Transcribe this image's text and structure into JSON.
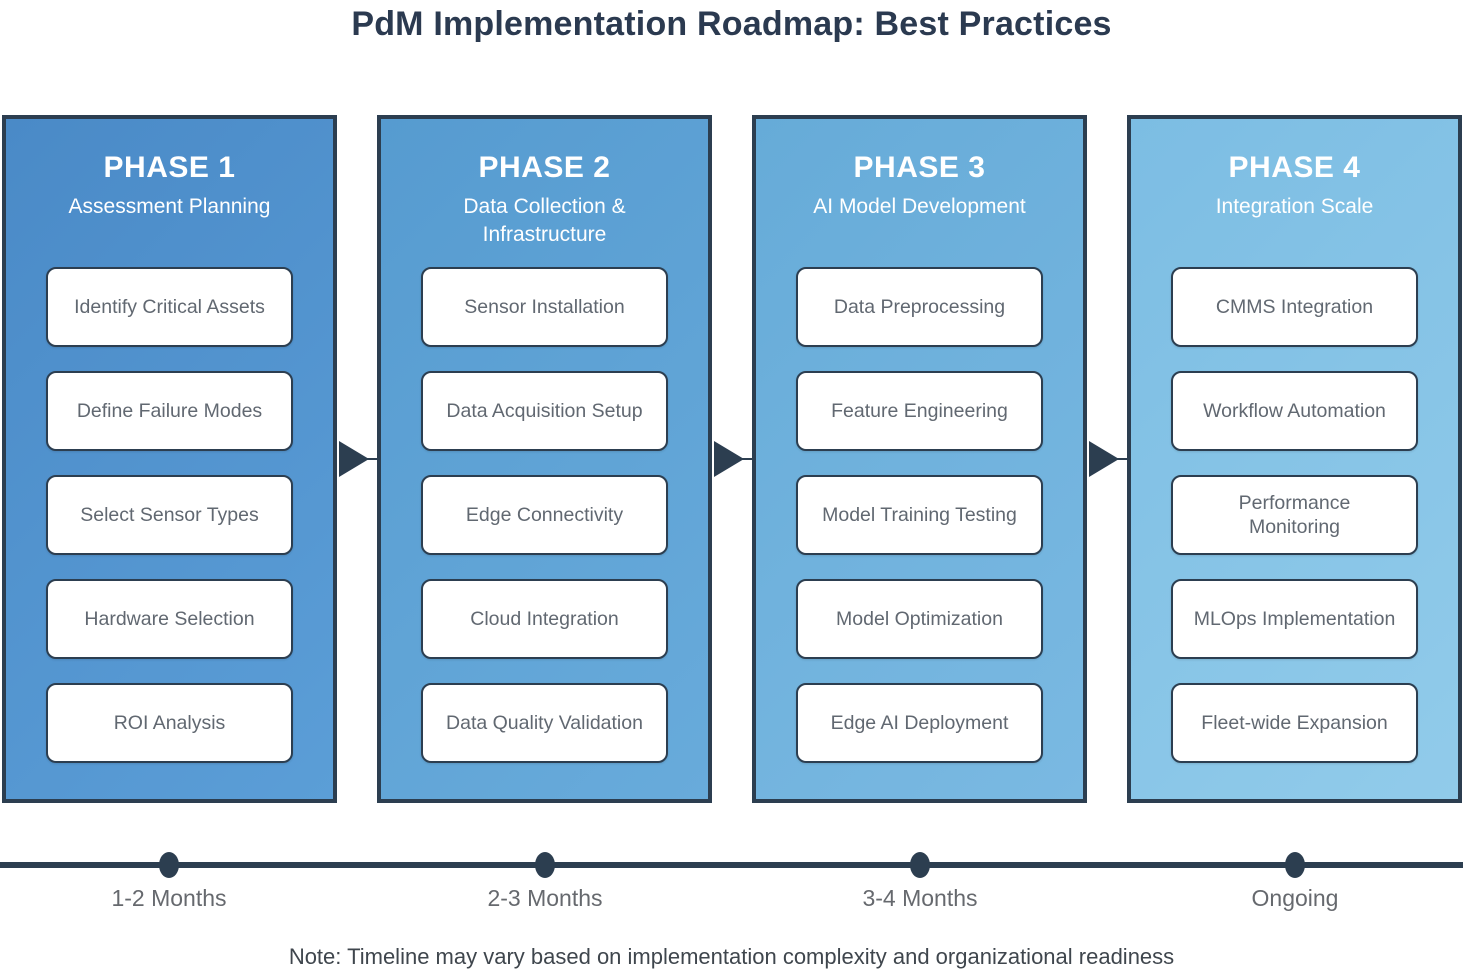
{
  "title": "PdM Implementation Roadmap: Best Practices",
  "colors": {
    "navy": "#2c3e50",
    "title": "#2b3a50",
    "box-text": "#616871",
    "timeline-label": "#66696e",
    "note-text": "#3f464d"
  },
  "phases": [
    {
      "title": "PHASE 1",
      "subtitle": "Assessment Planning",
      "color_top": "#4a8ac7",
      "color_bottom": "#5b9ed7",
      "duration": "1-2 Months",
      "items": [
        "Identify Critical Assets",
        "Define Failure Modes",
        "Select Sensor Types",
        "Hardware Selection",
        "ROI Analysis"
      ]
    },
    {
      "title": "PHASE 2",
      "subtitle": "Data Collection & Infrastructure",
      "color_top": "#569bd0",
      "color_bottom": "#68abdb",
      "duration": "2-3 Months",
      "items": [
        "Sensor Installation",
        "Data Acquisition Setup",
        "Edge Connectivity",
        "Cloud Integration",
        "Data Quality Validation"
      ]
    },
    {
      "title": "PHASE 3",
      "subtitle": "AI Model Development",
      "color_top": "#66abd8",
      "color_bottom": "#7ab9e2",
      "duration": "3-4 Months",
      "items": [
        "Data Preprocessing",
        "Feature Engineering",
        "Model Training Testing",
        "Model Optimization",
        "Edge AI Deployment"
      ]
    },
    {
      "title": "PHASE 4",
      "subtitle": "Integration Scale",
      "color_top": "#7cbde3",
      "color_bottom": "#91cbea",
      "duration": "Ongoing",
      "items": [
        "CMMS Integration",
        "Workflow Automation",
        "Performance\nMonitoring",
        "MLOps Implementation",
        "Fleet-wide Expansion"
      ]
    }
  ],
  "note": "Note: Timeline may vary based on implementation complexity and organizational readiness"
}
